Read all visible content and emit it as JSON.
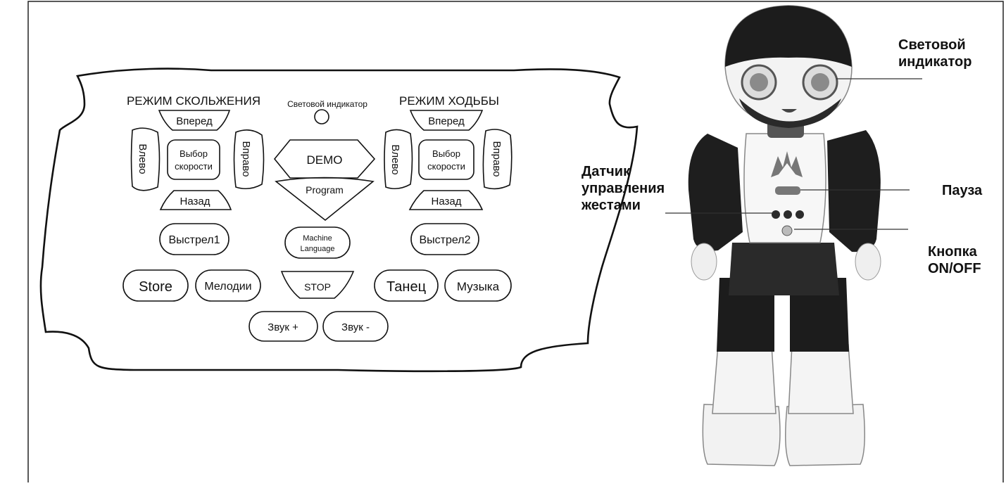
{
  "remote": {
    "glide_mode_title": "РЕЖИМ СКОЛЬЖЕНИЯ",
    "walk_mode_title": "РЕЖИМ ХОДЬБЫ",
    "light_indicator_label": "Световой индикатор",
    "glide": {
      "forward": "Вперед",
      "left": "Влево",
      "speed_line1": "Выбор",
      "speed_line2": "скорости",
      "right": "Вправо",
      "back": "Назад",
      "shot": "Выстрел1"
    },
    "walk": {
      "forward": "Вперед",
      "left": "Влево",
      "speed_line1": "Выбор",
      "speed_line2": "скорости",
      "right": "Вправо",
      "back": "Назад",
      "shot": "Выстрел2"
    },
    "demo": "DEMO",
    "program": "Program",
    "machine_line1": "Machine",
    "machine_line2": "Language",
    "store": "Store",
    "melodies": "Мелодии",
    "stop": "STOP",
    "dance": "Танец",
    "music": "Музыка",
    "sound_up": "Звук +",
    "sound_down": "Звук -"
  },
  "robot_labels": {
    "light_line1": "Световой",
    "light_line2": "индикатор",
    "gesture_line1": "Датчик",
    "gesture_line2": "управления",
    "gesture_line3": "жестами",
    "pause": "Пауза",
    "power_line1": "Кнопка",
    "power_line2": "ON/OFF"
  }
}
